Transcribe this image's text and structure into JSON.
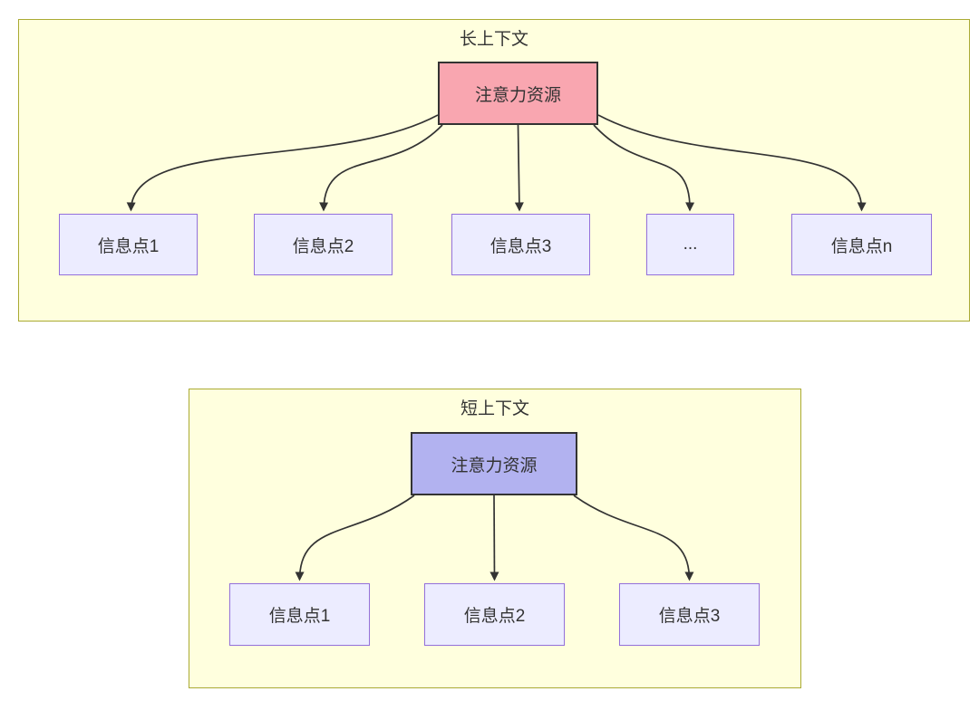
{
  "diagram": {
    "long_context": {
      "title": "长上下文",
      "source": {
        "label": "注意力资源"
      },
      "targets": [
        {
          "label": "信息点1"
        },
        {
          "label": "信息点2"
        },
        {
          "label": "信息点3"
        },
        {
          "label": "..."
        },
        {
          "label": "信息点n"
        }
      ]
    },
    "short_context": {
      "title": "短上下文",
      "source": {
        "label": "注意力资源"
      },
      "targets": [
        {
          "label": "信息点1"
        },
        {
          "label": "信息点2"
        },
        {
          "label": "信息点3"
        }
      ]
    },
    "colors": {
      "container_fill": "#ffffde",
      "container_border": "#aaaa33",
      "long_source_fill": "#f9a6b0",
      "short_source_fill": "#b2b2f0",
      "source_border": "#333333",
      "target_fill": "#ececff",
      "target_border": "#9370db",
      "arrow": "#333333",
      "text": "#333333"
    }
  }
}
